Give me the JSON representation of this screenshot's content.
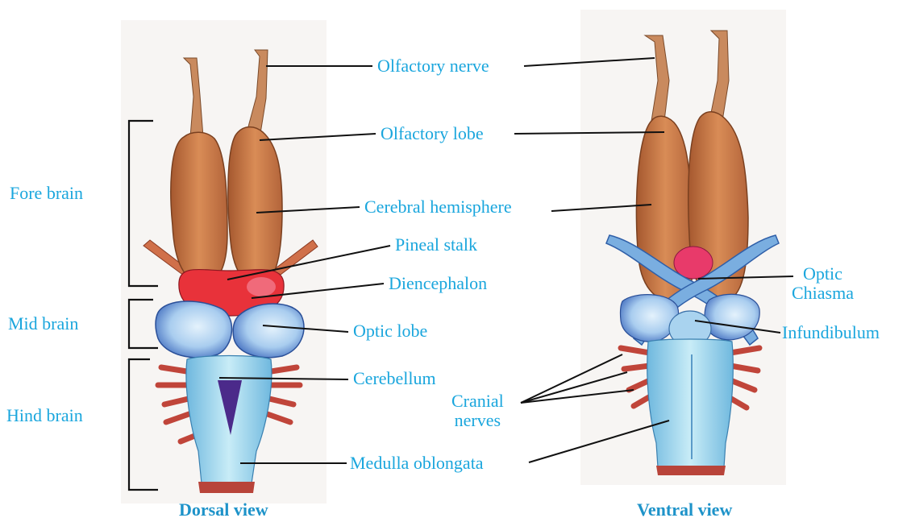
{
  "regions": {
    "fore_brain": "Fore brain",
    "mid_brain": "Mid brain",
    "hind_brain": "Hind brain"
  },
  "labels": {
    "olfactory_nerve": "Olfactory nerve",
    "olfactory_lobe": "Olfactory lobe",
    "cerebral_hemisphere": "Cerebral hemisphere",
    "pineal_stalk": "Pineal stalk",
    "diencephalon": "Diencephalon",
    "optic_lobe": "Optic lobe",
    "cerebellum": "Cerebellum",
    "medulla_oblongata": "Medulla oblongata",
    "optic_chiasma": [
      "Optic",
      "Chiasma"
    ],
    "infundibulum": "Infundibulum",
    "cranial_nerves": [
      "Cranial",
      "nerves"
    ]
  },
  "captions": {
    "dorsal": "Dorsal view",
    "ventral": "Ventral view"
  },
  "colors": {
    "label_text": "#1aa6dd",
    "caption_text": "#1e93c9",
    "leader_line": "#111111",
    "olfactory_brown": "#c77a4a",
    "diencephalon_red": "#e8323a",
    "optic_lobe_blue": "#a9cdef",
    "medulla_blue": "#8fd0e8",
    "nerve_red": "#c0453a"
  }
}
